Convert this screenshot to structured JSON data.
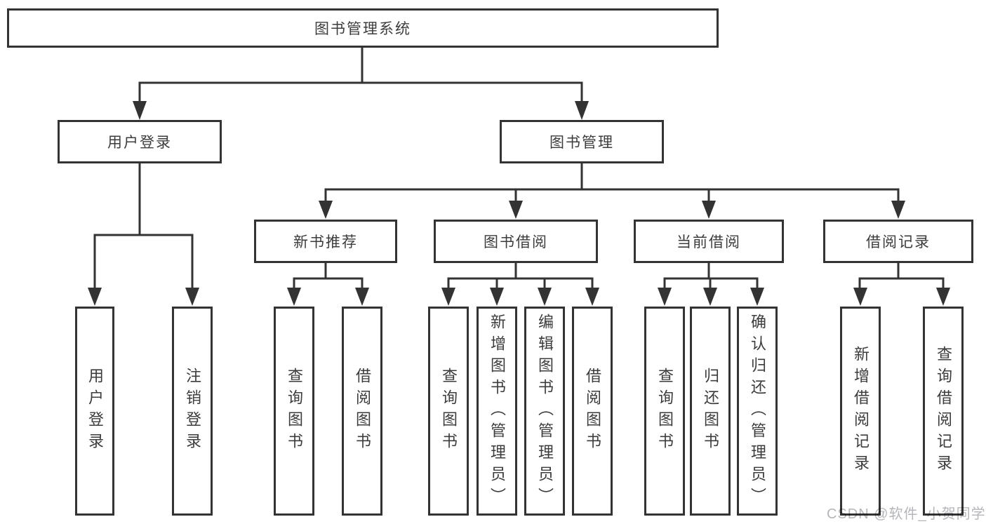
{
  "tree": {
    "root": {
      "label": "图书管理系统"
    },
    "level2": [
      {
        "label": "用户登录"
      },
      {
        "label": "图书管理"
      }
    ],
    "level3": [
      {
        "label": "新书推荐",
        "parent": "图书管理"
      },
      {
        "label": "图书借阅",
        "parent": "图书管理"
      },
      {
        "label": "当前借阅",
        "parent": "图书管理"
      },
      {
        "label": "借阅记录",
        "parent": "图书管理"
      }
    ],
    "leaves": [
      {
        "label": "用户登录",
        "parent": "用户登录"
      },
      {
        "label": "注销登录",
        "parent": "用户登录"
      },
      {
        "label": "查询图书",
        "parent": "新书推荐"
      },
      {
        "label": "借阅图书",
        "parent": "新书推荐"
      },
      {
        "label": "查询图书",
        "parent": "图书借阅"
      },
      {
        "label": "新增图书（管理员）",
        "parent": "图书借阅"
      },
      {
        "label": "编辑图书（管理员）",
        "parent": "图书借阅"
      },
      {
        "label": "借阅图书",
        "parent": "图书借阅"
      },
      {
        "label": "查询图书",
        "parent": "当前借阅"
      },
      {
        "label": "归还图书",
        "parent": "当前借阅"
      },
      {
        "label": "确认归还（管理员）",
        "parent": "当前借阅"
      },
      {
        "label": "新增借阅记录",
        "parent": "借阅记录"
      },
      {
        "label": "查询借阅记录",
        "parent": "借阅记录"
      }
    ]
  },
  "watermark": "CSDN @软件_小贺同学",
  "colors": {
    "line": "#333333",
    "text": "#3c3c3c",
    "box_background": "#ffffff",
    "page_background": "#ffffff",
    "watermark": "#b4b6ba"
  }
}
